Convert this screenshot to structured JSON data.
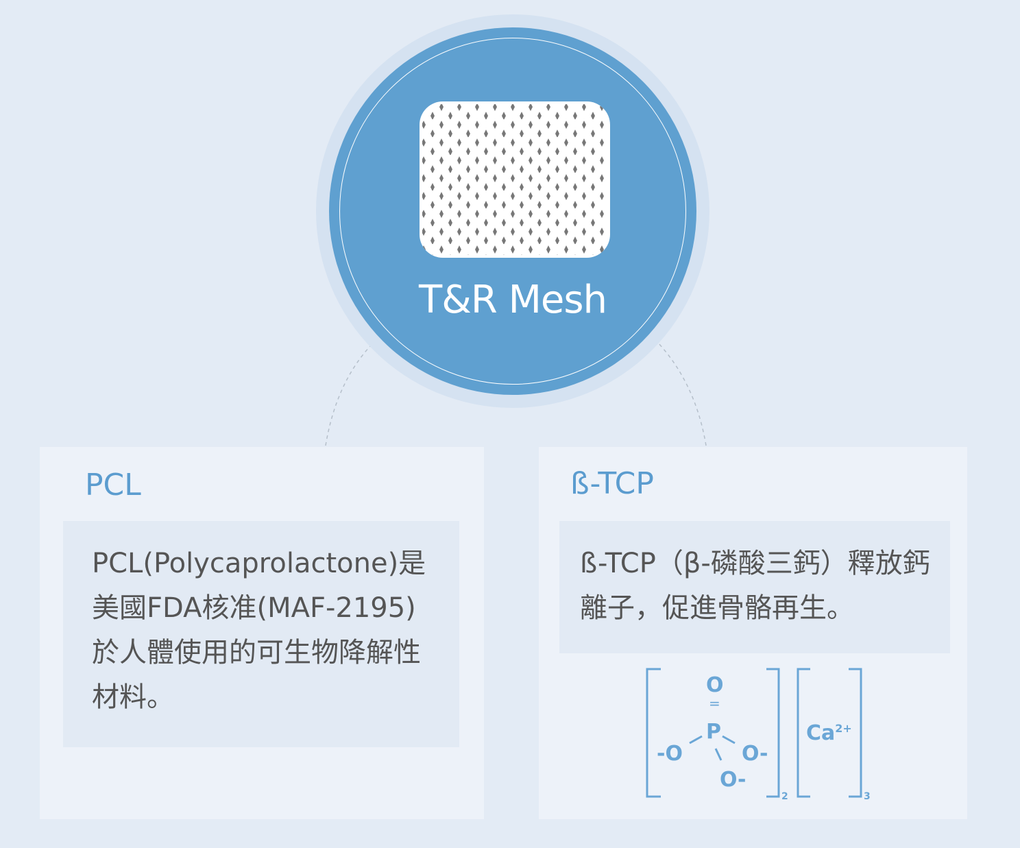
{
  "hero": {
    "title": "T&R Mesh",
    "image": "mesh-icon"
  },
  "cards": [
    {
      "heading": "PCL",
      "text": "PCL(Polycaprolactone)是美國FDA核准(MAF-2195)於人體使用的可生物降解性材料。"
    },
    {
      "heading": "ß-TCP",
      "text": "ß-TCP（β-磷酸三鈣）釋放鈣離子，促進骨骼再生。",
      "formula": {
        "o_top": "O",
        "double_bond": "=",
        "p": "P",
        "o_left": "-O",
        "o_right": "O-",
        "o_bottom": "O-",
        "sub1": "2",
        "ca": "Ca",
        "ca_charge": "2+",
        "sub2": "3"
      }
    }
  ],
  "colors": {
    "accent": "#5fa0d0",
    "background": "#e3ebf5"
  }
}
